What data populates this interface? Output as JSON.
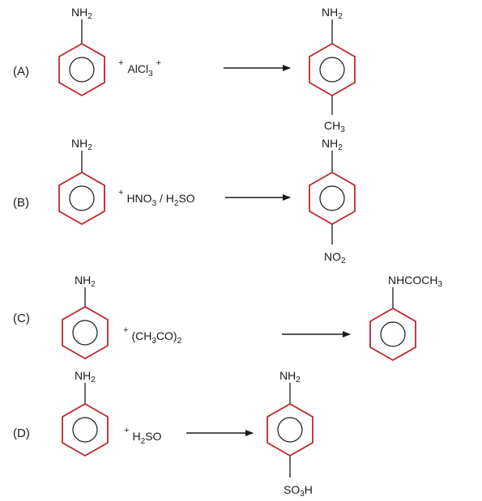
{
  "reactions": [
    {
      "label": "(A)",
      "reactant_group": "NH2",
      "reagent": "+ AlCl3 +",
      "product_top": "NH2",
      "product_bottom": "CH3"
    },
    {
      "label": "(B)",
      "reactant_group": "NH2",
      "reagent": "+ HNO3 / H2SO",
      "product_top": "NH2",
      "product_bottom": "NO2"
    },
    {
      "label": "(C)",
      "reactant_group": "NH2",
      "reagent": "+ (CH3CO)2",
      "product_top": "NHCOCH3",
      "product_bottom": ""
    },
    {
      "label": "(D)",
      "reactant_group": "NH2",
      "reagent": "+ H2SO",
      "product_top": "NH2",
      "product_bottom": "SO3H"
    }
  ],
  "colors": {
    "ring": "#c0262c",
    "text": "#1a1a1a"
  }
}
